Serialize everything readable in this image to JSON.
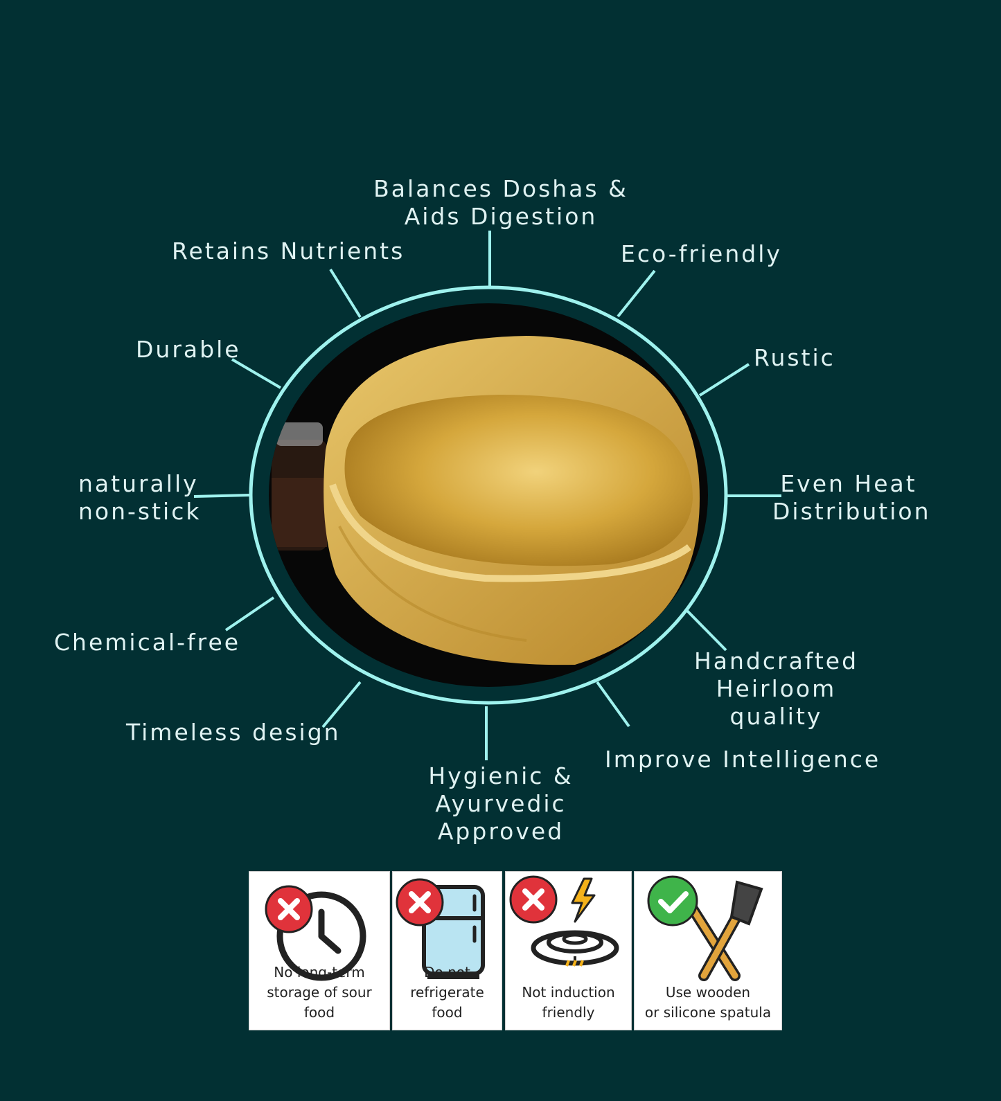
{
  "benefits": {
    "balances_doshas": "Balances Doshas &\nAids Digestion",
    "retains_nutrients": "Retains Nutrients",
    "eco_friendly": "Eco-friendly",
    "durable": "Durable",
    "rustic": "Rustic",
    "non_stick": "naturally\nnon-stick",
    "even_heat": "Even Heat\nDistribution",
    "chemical_free": "Chemical-free",
    "handcrafted": "Handcrafted\nHeirloom quality",
    "timeless": "Timeless design",
    "improve_intelligence": "Improve Intelligence",
    "hygienic": "Hygienic &\nAyurvedic Approved"
  },
  "care_cards": [
    {
      "caption": "No long-term\nstorage of sour food",
      "icon": "clock-icon",
      "status": "cross"
    },
    {
      "caption": "Do not\nrefrigerate food",
      "icon": "refrigerator-icon",
      "status": "cross"
    },
    {
      "caption": "Not induction\nfriendly",
      "icon": "induction-icon",
      "status": "cross"
    },
    {
      "caption": "Use wooden\nor silicone spatula",
      "icon": "spatula-icon",
      "status": "check"
    }
  ],
  "colors": {
    "background": "#023033",
    "ring": "#9ff2ee",
    "text": "#dff2f2",
    "brass": "#d4a437",
    "cross_red": "#e0333b",
    "check_green": "#3fb44a"
  }
}
